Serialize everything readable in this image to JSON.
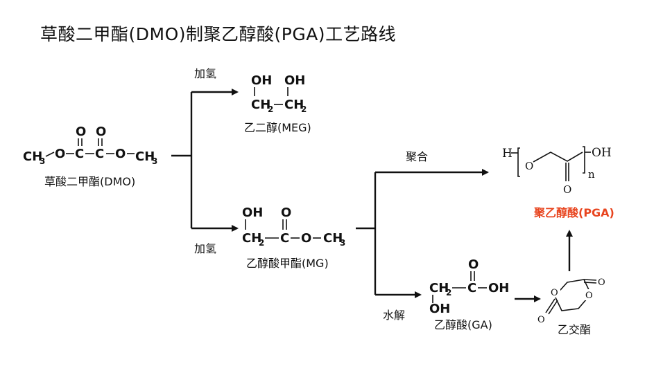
{
  "title": "草酸二甲酯(DMO)制聚乙醇酸(PGA)工艺路线",
  "colors": {
    "accent_pga": "#e8451f",
    "line": "#111111"
  },
  "compounds": {
    "dmo": {
      "name": "草酸二甲酯(DMO)",
      "left_group": "CH",
      "left_sub": "3",
      "o1": "O",
      "c1": "C",
      "c2": "C",
      "o2": "O",
      "right_group": "CH",
      "right_sub": "3",
      "top_o1": "O",
      "top_o2": "O"
    },
    "meg": {
      "name": "乙二醇(MEG)",
      "oh1": "OH",
      "oh2": "OH",
      "ch": "CH",
      "sub": "2"
    },
    "mg": {
      "name": "乙醇酸甲酯(MG)",
      "oh": "OH",
      "o_top": "O",
      "ch": "CH",
      "sub": "2",
      "c": "C",
      "o": "O",
      "ch3": "CH",
      "sub3": "3"
    },
    "ga": {
      "name": "乙醇酸(GA)",
      "o_top": "O",
      "ch": "CH",
      "sub": "2",
      "c": "C",
      "oh_right": "OH",
      "oh_bottom": "OH"
    },
    "pga": {
      "name": "聚乙醇酸(PGA)",
      "h": "H",
      "o": "O",
      "oh": "OH",
      "n": "n",
      "o_bottom": "O"
    },
    "lactide": {
      "name": "乙交酯",
      "o_ring": "O",
      "o_carbonyl": "O"
    }
  },
  "reactions": {
    "hydrogenation_top": "加氢",
    "hydrogenation_bottom": "加氢",
    "polymerization": "聚合",
    "hydrolysis": "水解"
  }
}
